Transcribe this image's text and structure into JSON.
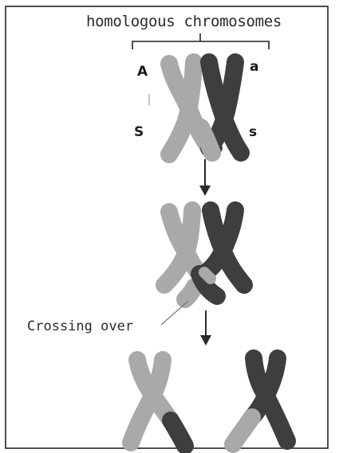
{
  "diagram": {
    "title_label": "homologous chromosomes",
    "allele_A": "A",
    "allele_a": "a",
    "allele_S": "S",
    "allele_s": "s",
    "crossing_over_label": "Crossing over",
    "colors": {
      "light_chromosome": "#a9a9a9",
      "dark_chromosome": "#3e3e3e",
      "frame": "#222222",
      "arrow": "#2a2a2a"
    }
  }
}
